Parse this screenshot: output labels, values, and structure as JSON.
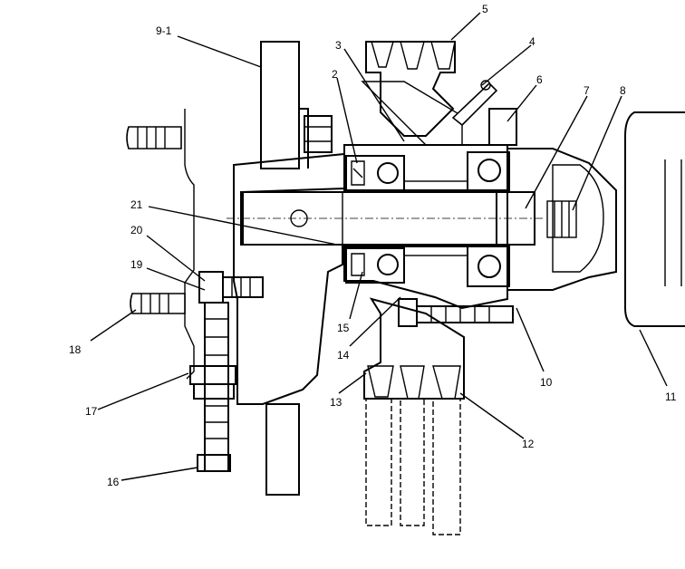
{
  "callouts": {
    "c1": "9-1",
    "c2": "5",
    "c3": "3",
    "c4": "4",
    "c5": "2",
    "c6": "6",
    "c7": "7",
    "c8": "8",
    "c9": "21",
    "c10": "20",
    "c11": "19",
    "c12": "18",
    "c13": "15",
    "c14": "14",
    "c15": "13",
    "c16": "10",
    "c17": "11",
    "c18": "17",
    "c19": "12",
    "c20": "16"
  }
}
